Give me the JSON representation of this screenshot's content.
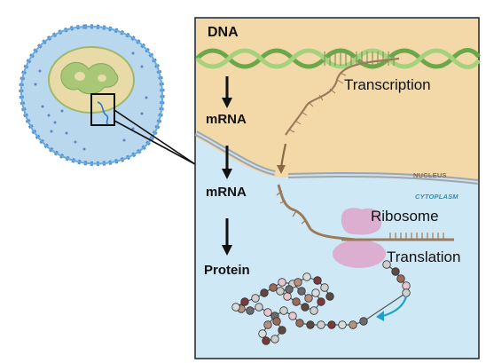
{
  "labels": {
    "dna": "DNA",
    "mrna_nucleus": "mRNA",
    "mrna_cytoplasm": "mRNA",
    "protein": "Protein",
    "transcription": "Transcription",
    "ribosome": "Ribosome",
    "translation": "Translation",
    "nucleus": "NUCLEUS",
    "cytoplasm": "CYTOPLASM"
  },
  "colors": {
    "nucleus_fill": "#f4d9a8",
    "cytoplasm_fill": "#cfe8f5",
    "dna_strand": "#8fc46a",
    "mrna_strand": "#9b7b5c",
    "ribosome": "#ddb0d0",
    "arrow_cyan": "#1ea0c8",
    "nucleus_label": "#8a6a4a",
    "cytoplasm_label": "#2b8fc0"
  }
}
